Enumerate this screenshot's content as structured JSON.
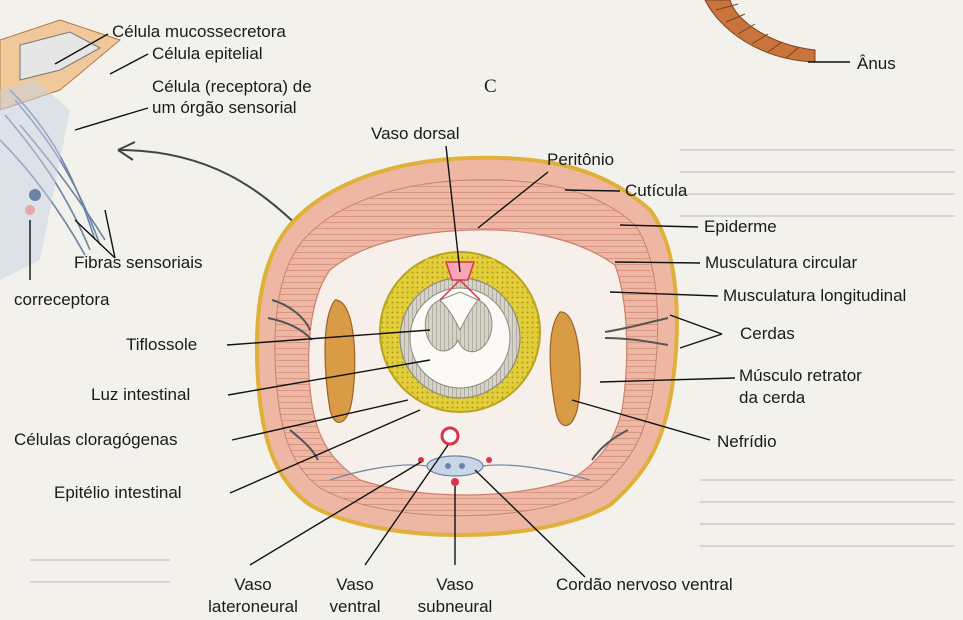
{
  "figure_letter": "C",
  "labels": {
    "celula_mucossecretora": "Célula mucossecretora",
    "celula_epitelial": "Célula epitelial",
    "celula_receptora_l1": "Célula (receptora) de",
    "celula_receptora_l2": "um órgão sensorial",
    "fibras_sensoriais": "Fibras sensoriais",
    "fotorreceptora_partial": "correceptora",
    "anus": "Ânus",
    "vaso_dorsal": "Vaso dorsal",
    "peritonio": "Peritônio",
    "cuticula": "Cutícula",
    "epiderme": "Epiderme",
    "musculatura_circular": "Musculatura circular",
    "musculatura_longitudinal": "Musculatura longitudinal",
    "cerdas": "Cerdas",
    "musculo_retrator_l1": "Músculo retrator",
    "musculo_retrator_l2": "da cerda",
    "nefridio": "Nefrídio",
    "tiflossole": "Tiflossole",
    "luz_intestinal": "Luz intestinal",
    "celulas_cloragogenas": "Células cloragógenas",
    "epitelio_intestinal": "Epitélio intestinal",
    "vaso_lateroneural_l1": "Vaso",
    "vaso_lateroneural_l2": "lateroneural",
    "vaso_ventral_l1": "Vaso",
    "vaso_ventral_l2": "ventral",
    "vaso_subneural_l1": "Vaso",
    "vaso_subneural_l2": "subneural",
    "cordao_nervoso_ventral": "Cordão nervoso ventral"
  },
  "colors": {
    "body_wall": "#eeb7a4",
    "muscle_stripe": "#c9826f",
    "cuticle": "#e9c24a",
    "chloragogen": "#e4cf3a",
    "intestine_epithelium": "#d6d3c6",
    "nephridium": "#d99b45",
    "vessel": "#d8344c",
    "nerve": "#9db6d6",
    "leader_line": "#111111"
  }
}
